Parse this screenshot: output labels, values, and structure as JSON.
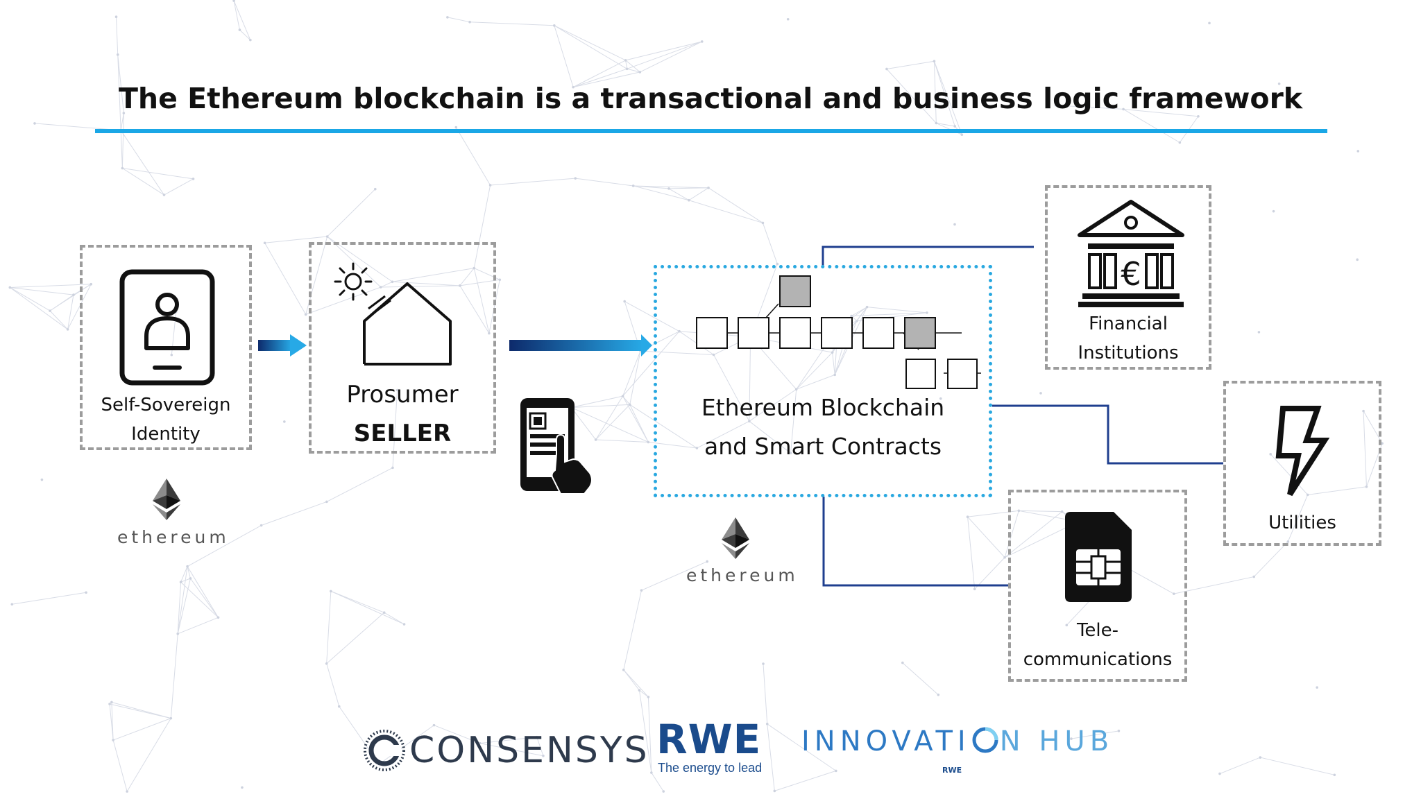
{
  "title": "The Ethereum blockchain is a transactional and business logic framework",
  "nodes": {
    "identity": {
      "label_line1": "Self-Sovereign",
      "label_line2": "Identity"
    },
    "prosumer": {
      "label_line1": "Prosumer",
      "label_line2": "SELLER"
    },
    "blockchain": {
      "label_line1": "Ethereum Blockchain",
      "label_line2": "and Smart Contracts"
    },
    "financial": {
      "label_line1": "Financial",
      "label_line2": "Institutions"
    },
    "utilities": {
      "label_line1": "Utilities"
    },
    "telecom": {
      "label_line1": "Tele-",
      "label_line2": "communications"
    }
  },
  "ethereum_logo_text": "ethereum",
  "footer": {
    "consensys": "CONSENSYS",
    "rwe": "RWE",
    "rwe_tagline": "The energy to lead",
    "hub_left": "INNOVATI",
    "hub_right": "N HUB",
    "hub_sub": "RWE"
  },
  "colors": {
    "accent": "#1aa7e6",
    "connector": "#1f3f8f",
    "box_border": "#9c9c9c",
    "block_highlight": "#b3b3b3"
  },
  "icons": [
    "id-card-icon",
    "sun-icon",
    "house-icon",
    "phone-touch-icon",
    "ethereum-icon",
    "bank-euro-icon",
    "lightning-icon",
    "sim-card-icon"
  ]
}
